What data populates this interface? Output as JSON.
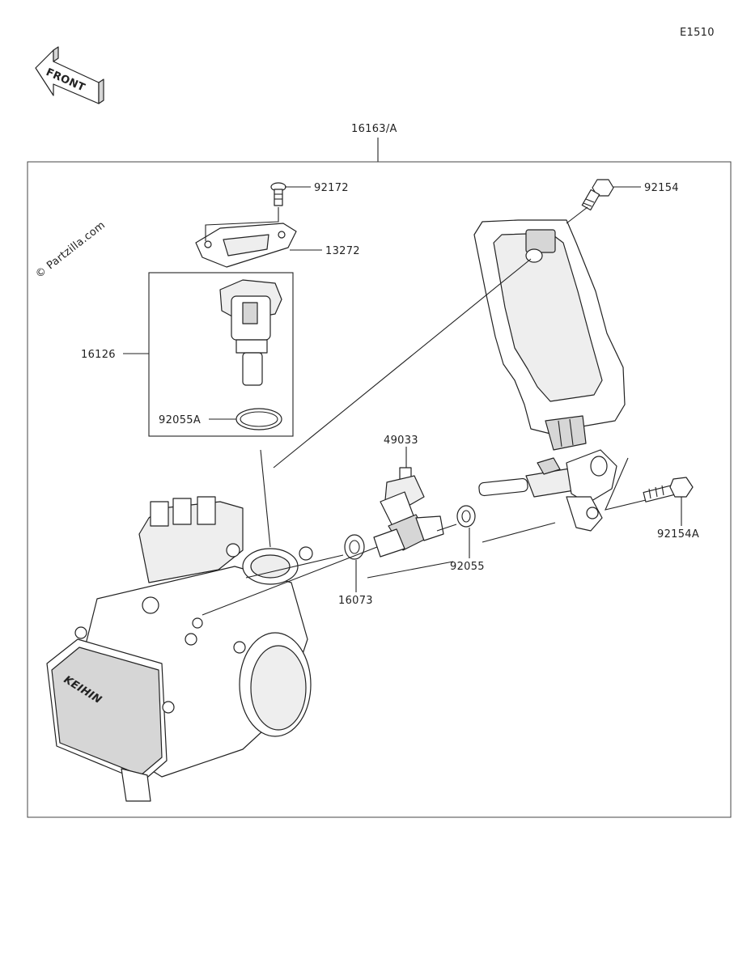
{
  "diagram_code": "E1510",
  "front_label": "FRONT",
  "watermark": "© Partzilla.com",
  "logo_text": "KEIHIN",
  "parts": {
    "assembly": "16163/A",
    "screw_top": "92172",
    "bracket_plate": "13272",
    "sensor_kit": "16126",
    "oring_large": "92055A",
    "bolt_cover": "92154",
    "sensor_49033": "49033",
    "washer": "92055",
    "seal": "16073",
    "bolt_side": "92154A"
  }
}
